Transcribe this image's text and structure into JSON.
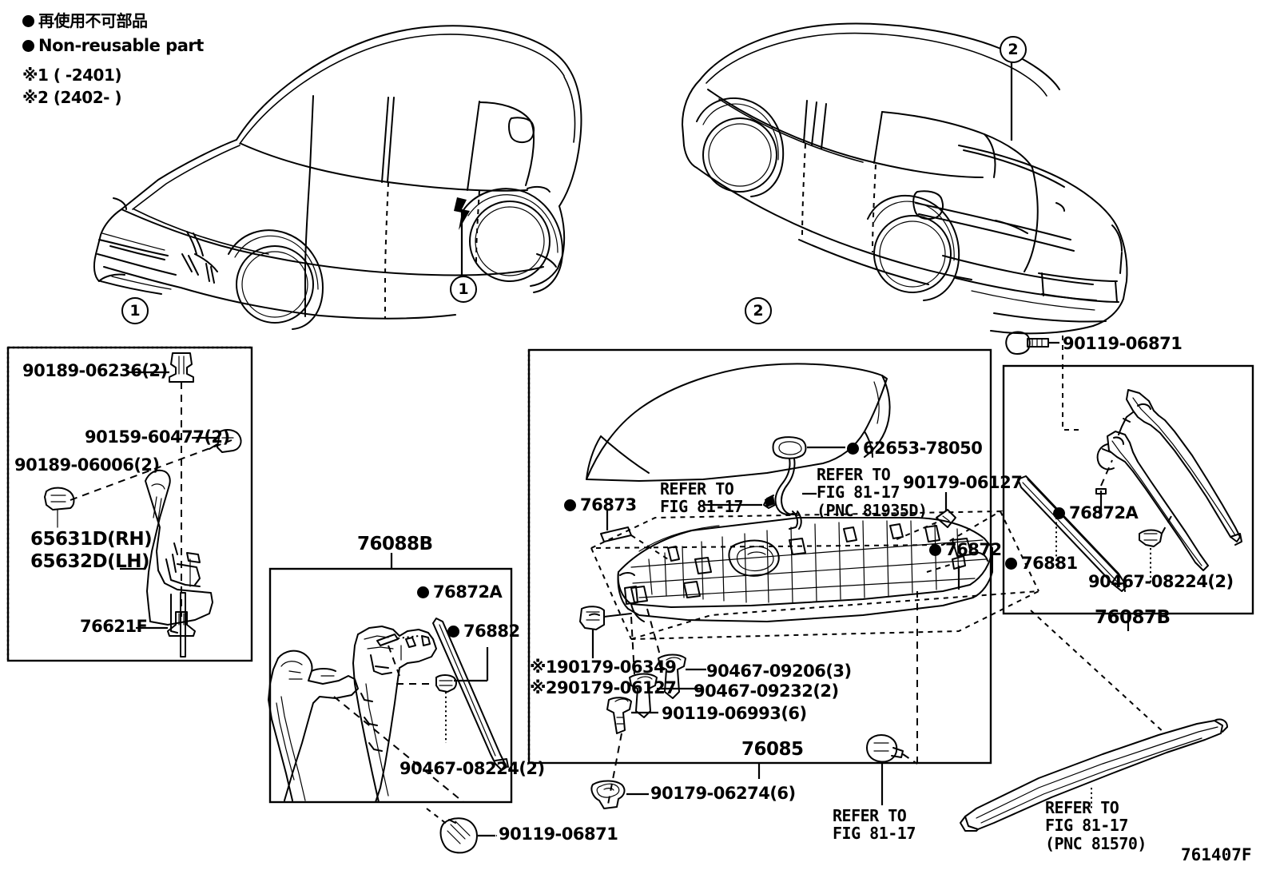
{
  "figure": {
    "code": "761407F",
    "title": "Roof Side Garnish / Rear Spoiler parts diagram"
  },
  "legend": {
    "jp_nonreusable": "再使用不可部品",
    "en_nonreusable": "Non-reusable part",
    "note1": "※1 (        -2401)",
    "note2": "※2 (2402-        )"
  },
  "vehicles": [
    {
      "name": "front-three-quarter-view",
      "callout": "1",
      "callout_label": "1"
    },
    {
      "name": "rear-three-quarter-view",
      "callout": "2",
      "callout_label": "2"
    }
  ],
  "boxes": {
    "left": {
      "name": "visor-bracket-box",
      "parts": [
        {
          "label": "90189-06236(2)",
          "marker": false
        },
        {
          "label": "90159-60477(2)",
          "marker": false
        },
        {
          "label": "90189-06006(2)",
          "marker": false
        },
        {
          "label": "65631D(RH)",
          "marker": false
        },
        {
          "label": "65632D(LH)",
          "marker": false
        },
        {
          "label": "76621F",
          "marker": false
        }
      ]
    },
    "bottom_center": {
      "name": "roof-drip-side-finish-moulding-box",
      "box_label": "76088B",
      "parts": [
        {
          "label": "76872A",
          "marker": true
        },
        {
          "label": "76882",
          "marker": true
        },
        {
          "label": "90467-08224(2)",
          "marker": false
        }
      ]
    },
    "center": {
      "name": "rear-spoiler-box",
      "box_label": "76085",
      "parts": [
        {
          "label": "62653-78050",
          "marker": true
        },
        {
          "label": "76873",
          "marker": true
        },
        {
          "label": "76872",
          "marker": true
        },
        {
          "label": "90179-06127",
          "marker": false
        },
        {
          "label": "※190179-06349",
          "marker": false
        },
        {
          "label": "※290179-06127",
          "marker": false
        },
        {
          "label": "90467-09206(3)",
          "marker": false
        },
        {
          "label": "90467-09232(2)",
          "marker": false
        },
        {
          "label": "90119-06993(6)",
          "marker": false
        }
      ],
      "refer_left": "REFER TO\nFIG 81-17",
      "refer_left_l1": "REFER TO",
      "refer_left_l2": "FIG 81-17",
      "refer_right_l1": "REFER TO",
      "refer_right_l2": "FIG 81-17",
      "refer_right_l3": "(PNC 81935D)"
    },
    "right": {
      "name": "roof-side-rail-moulding-box",
      "box_label": "76087B",
      "parts": [
        {
          "label": "90119-06871",
          "marker": false
        },
        {
          "label": "76872A",
          "marker": true
        },
        {
          "label": "76881",
          "marker": true
        },
        {
          "label": "90467-08224(2)",
          "marker": false
        }
      ]
    }
  },
  "loose_parts": [
    {
      "name": "clip-90179-06274",
      "label": "90179-06274(6)"
    },
    {
      "name": "screw-90119-06871",
      "label": "90119-06871"
    }
  ],
  "references": [
    {
      "name": "refer-bottom-left",
      "line1": "REFER TO",
      "line2": "FIG 81-17",
      "line3": ""
    },
    {
      "name": "refer-bottom-right",
      "line1": "REFER TO",
      "line2": "FIG 81-17",
      "line3": "(PNC 81570)"
    }
  ],
  "colors": {
    "ink": "#000000",
    "paper": "#ffffff"
  }
}
